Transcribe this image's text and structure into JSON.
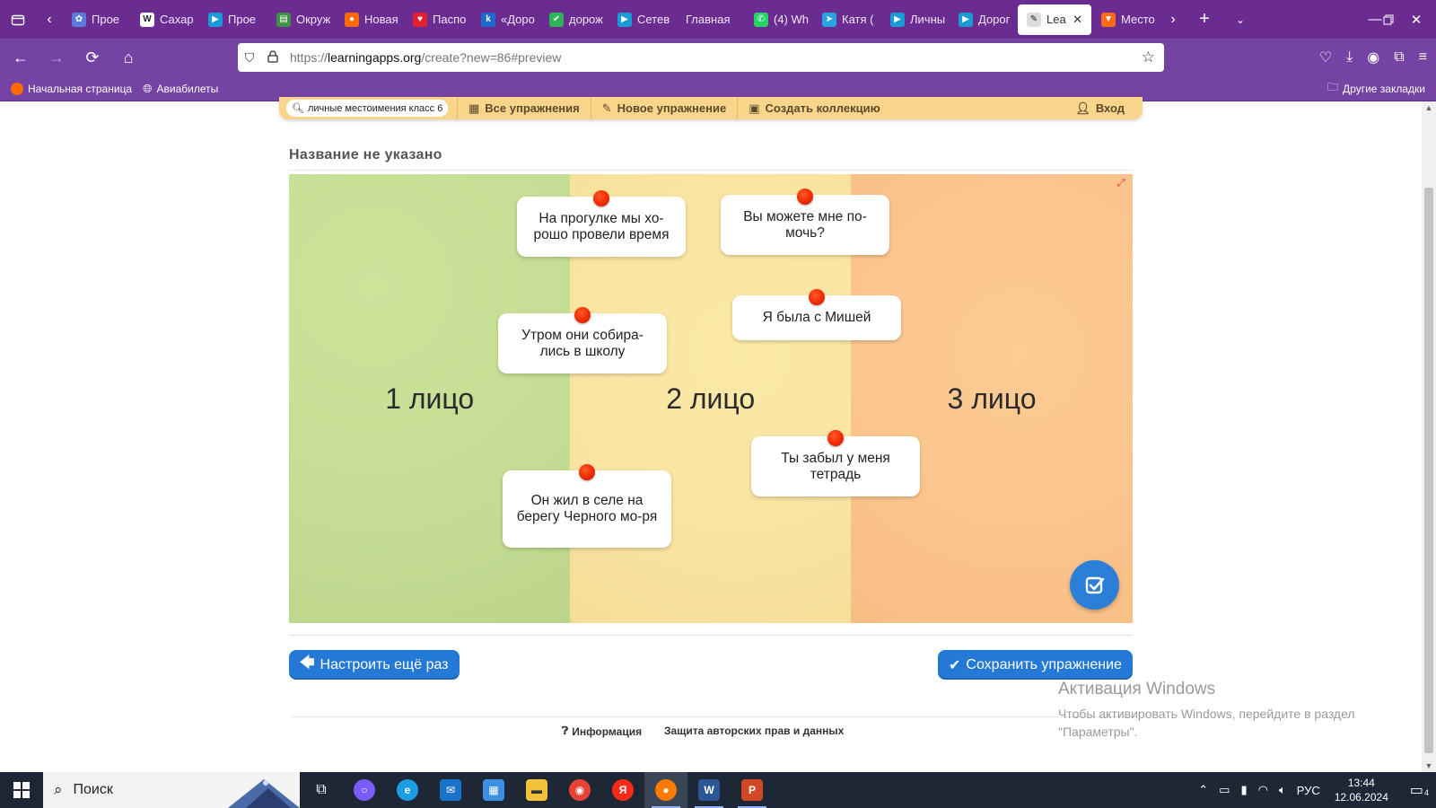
{
  "browser": {
    "tabs": [
      {
        "label": "Прое",
        "color": "#5a7bd8",
        "glyph": "✿"
      },
      {
        "label": "Сахар",
        "color": "#ffffff",
        "glyph": "W"
      },
      {
        "label": "Прое",
        "color": "#1a9ad6",
        "glyph": "▶"
      },
      {
        "label": "Окруж",
        "color": "#3f8f45",
        "glyph": "▤"
      },
      {
        "label": "Новая",
        "color": "#ff6a00",
        "glyph": "●"
      },
      {
        "label": "Паспо",
        "color": "#e0202e",
        "glyph": "♥"
      },
      {
        "label": "«Доро",
        "color": "#1e6ad0",
        "glyph": "k"
      },
      {
        "label": "дорож",
        "color": "#2db35a",
        "glyph": "✔"
      },
      {
        "label": "Сетев",
        "color": "#1a9ad6",
        "glyph": "▶"
      },
      {
        "label": "Главная",
        "color": "#6b2c91",
        "glyph": ""
      },
      {
        "label": "(4) Wh",
        "color": "#25d366",
        "glyph": "✆"
      },
      {
        "label": "Катя (",
        "color": "#2aa3e0",
        "glyph": "➤"
      },
      {
        "label": "Личны",
        "color": "#1a9ad6",
        "glyph": "▶"
      },
      {
        "label": "Дорог",
        "color": "#1a9ad6",
        "glyph": "▶"
      },
      {
        "label": "Lea",
        "color": "#dcdcdc",
        "glyph": "✎"
      },
      {
        "label": "Место",
        "color": "#ff6a1a",
        "glyph": "▼"
      }
    ],
    "url_prefix": "https://",
    "url_host": "learningapps.org",
    "url_path": "/create?new=86#preview",
    "bookmarks": [
      {
        "label": "Начальная страница",
        "color": "#ff6a00"
      },
      {
        "label": "Авиабилеты",
        "color": "#ffffff"
      }
    ],
    "bookmarks_other": "Другие закладки"
  },
  "la_toolbar": {
    "search_value": "личные местоимения класс 6",
    "all_exercises": "Все упражнения",
    "new_exercise": "Новое упражнение",
    "create_collection": "Создать коллекцию",
    "login": "Вход"
  },
  "exercise": {
    "title": "Название не указано",
    "columns": [
      "1 лицо",
      "2 лицо",
      "3 лицо"
    ],
    "cards": [
      "На прогулке мы хо-рошо провели время",
      "Вы можете мне по-мочь?",
      "Я была с Мишей",
      "Утром они собира-лись в школу",
      "Ты забыл у меня тетрадь",
      "Он жил в селе на берегу Черного мо-ря"
    ],
    "retry_button": "Настроить ещё раз",
    "save_button": "Сохранить упражнение"
  },
  "footer": {
    "info": "Информация",
    "privacy": "Защита авторских прав и данных"
  },
  "watermark": {
    "title": "Активация Windows",
    "line1": "Чтобы активировать Windows, перейдите в раздел",
    "line2": "\"Параметры\"."
  },
  "taskbar": {
    "search_label": "Поиск",
    "language": "РУС",
    "time": "13:44",
    "date": "12.06.2024",
    "notifications": "4"
  },
  "colors": {
    "browser_purple": "#6b2c91",
    "la_yellow": "#f8d58b",
    "la_button_blue": "#2479d6",
    "pin_red": "#f02a00",
    "col1_green": "#c4dc94",
    "col2_yellow": "#f9e3a1",
    "col3_orange": "#fbc48d"
  }
}
